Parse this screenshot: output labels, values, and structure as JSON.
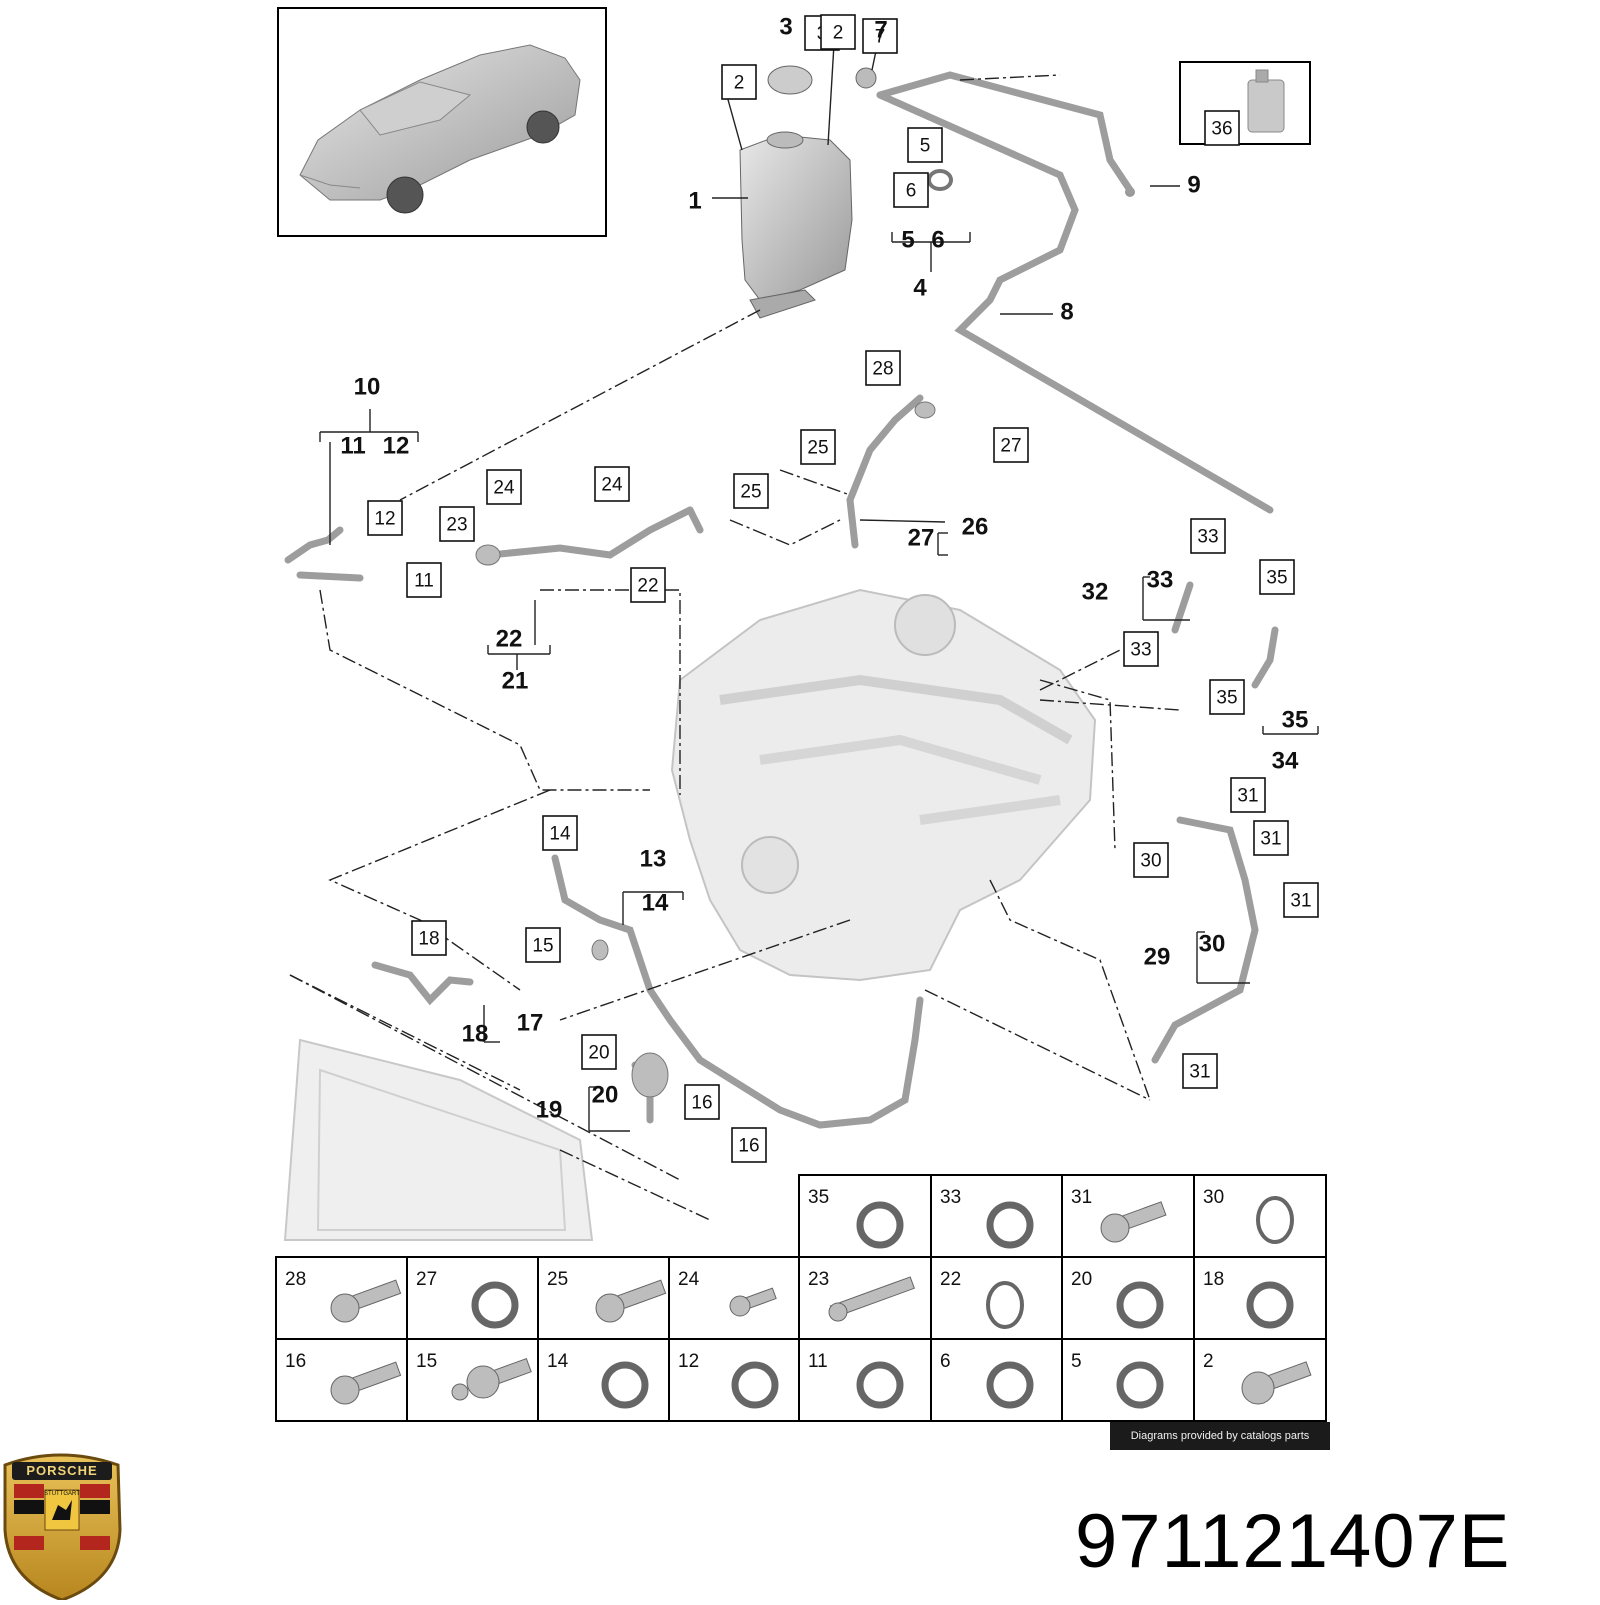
{
  "diagram": {
    "callouts_boxed": [
      "2",
      "3",
      "7",
      "2",
      "5",
      "6",
      "36",
      "12",
      "24",
      "24",
      "23",
      "11",
      "22",
      "25",
      "25",
      "28",
      "27",
      "33",
      "33",
      "35",
      "35",
      "31",
      "31",
      "30",
      "31",
      "31",
      "14",
      "15",
      "18",
      "20",
      "16",
      "16"
    ],
    "callouts_plain": [
      "3",
      "7",
      "1",
      "5",
      "6",
      "4",
      "9",
      "8",
      "10",
      "11",
      "12",
      "27",
      "26",
      "22",
      "21",
      "32",
      "33",
      "35",
      "34",
      "13",
      "14",
      "17",
      "18",
      "19",
      "20",
      "29",
      "30"
    ],
    "parts_table": [
      [
        "35",
        "33",
        "31",
        "30"
      ],
      [
        "28",
        "27",
        "25",
        "24",
        "23",
        "22",
        "20",
        "18"
      ],
      [
        "16",
        "15",
        "14",
        "12",
        "11",
        "6",
        "5",
        "2"
      ]
    ]
  },
  "credit": "Diagrams provided by catalogs parts",
  "part_number": "971121407E",
  "logo": {
    "brand_text": "PORSCHE",
    "city_text": "STUTTGART"
  }
}
